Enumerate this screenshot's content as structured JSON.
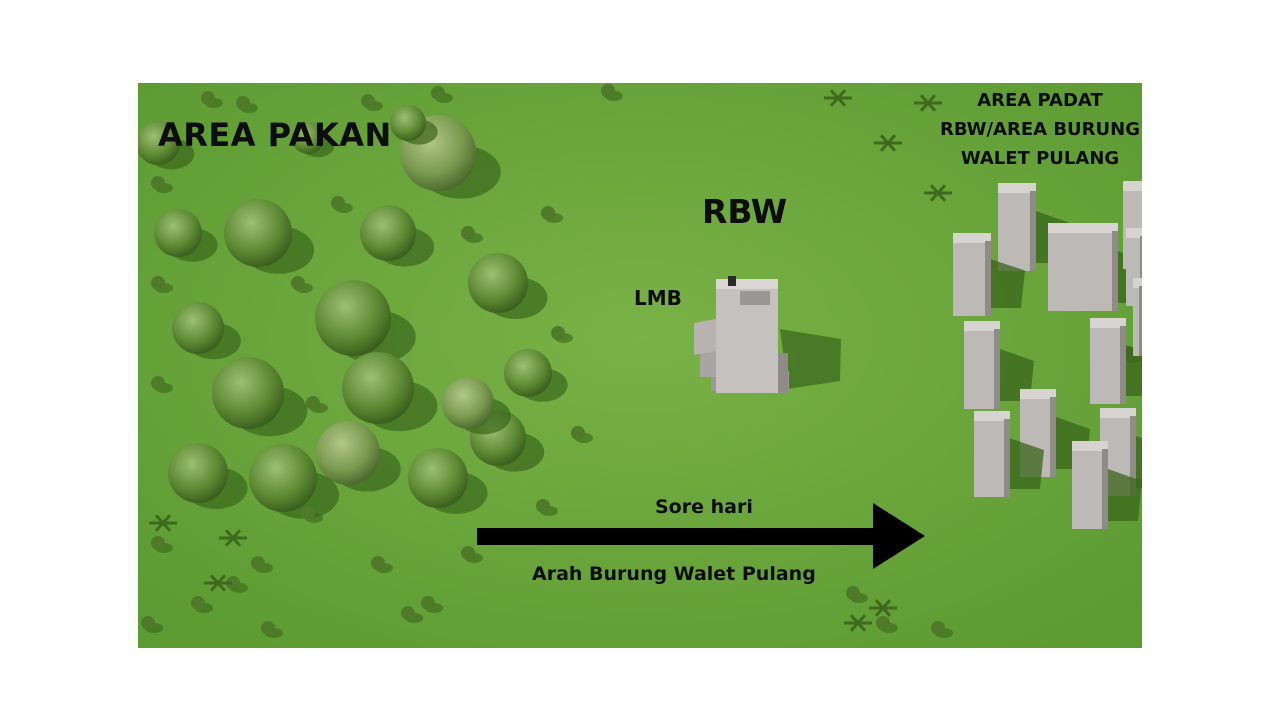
{
  "labels": {
    "feeding_area": "AREA PAKAN",
    "rbw": "RBW",
    "lmb": "LMB",
    "dense_area_line1": "AREA PADAT",
    "dense_area_line2": "RBW/AREA BURUNG",
    "dense_area_line3": "WALET PULANG",
    "time_of_day": "Sore hari",
    "direction": "Arah Burung Walet Pulang"
  },
  "colors": {
    "ground": "#6aa63c",
    "tree_dark": "#3f6d1f",
    "tree_light": "#7fa55a",
    "building_light": "#bdb9b6",
    "building_shade": "#8f8b88",
    "arrow": "#000000"
  }
}
